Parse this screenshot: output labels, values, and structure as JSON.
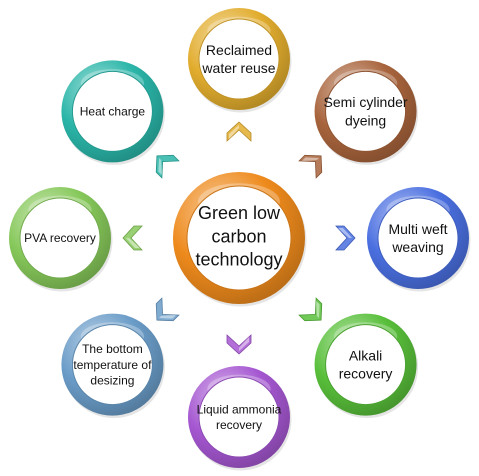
{
  "center": {
    "lines": [
      "Green low",
      "carbon",
      "technology"
    ],
    "color": "#ee8a1c"
  },
  "nodes": [
    {
      "id": "reclaimed-water-reuse",
      "lines": [
        "Reclaimed",
        "water reuse"
      ],
      "color": "#e2ad2e"
    },
    {
      "id": "semi-cylinder-dyeing",
      "lines": [
        "Semi cylinder",
        "dyeing"
      ],
      "color": "#a8643c"
    },
    {
      "id": "multi-weft-weaving",
      "lines": [
        "Multi weft",
        "weaving"
      ],
      "color": "#4a6fe0"
    },
    {
      "id": "alkali-recovery",
      "lines": [
        "Alkali",
        "recovery"
      ],
      "color": "#58bf3a"
    },
    {
      "id": "liquid-ammonia-recovery",
      "lines": [
        "Liquid ammonia",
        "recovery"
      ],
      "color": "#a557d1"
    },
    {
      "id": "bottom-temperature-of-desizing",
      "lines": [
        "The bottom",
        "temperature of",
        "desizing"
      ],
      "color": "#6a9cc8"
    },
    {
      "id": "pva-recovery",
      "lines": [
        "PVA recovery"
      ],
      "color": "#86c85a"
    },
    {
      "id": "heat-charge",
      "lines": [
        "Heat charge"
      ],
      "color": "#2ab5a8"
    }
  ],
  "arrow_icon": "chevron-arrow"
}
